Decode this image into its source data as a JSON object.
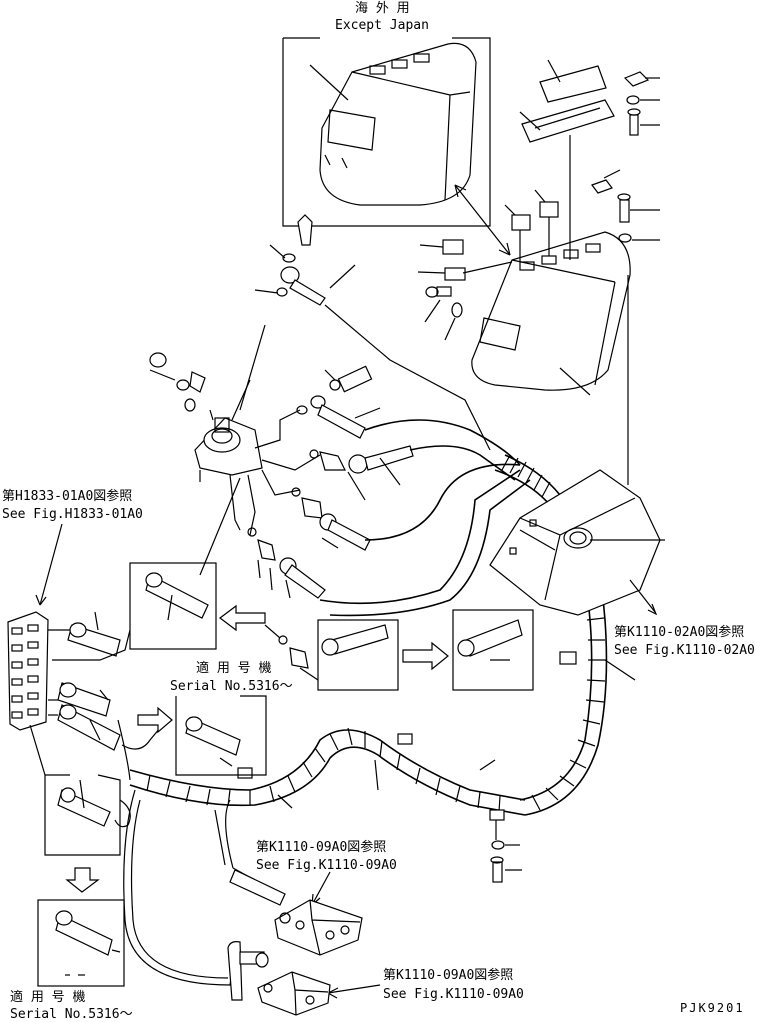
{
  "callouts": {
    "except_japan_jp": "海 外 用",
    "except_japan_en": "Except Japan",
    "ref_h1833_jp": "第H1833-01A0図参照",
    "ref_h1833_en": "See Fig.H1833-01A0",
    "ref_k1110_02_jp": "第K1110-02A0図参照",
    "ref_k1110_02_en": "See Fig.K1110-02A0",
    "serial_jp_1": "適 用 号 機",
    "serial_en_1": "Serial No.5316～",
    "ref_k1110_09_jp_1": "第K1110-09A0図参照",
    "ref_k1110_09_en_1": "See Fig.K1110-09A0",
    "ref_k1110_09_jp_2": "第K1110-09A0図参照",
    "ref_k1110_09_en_2": "See Fig.K1110-09A0",
    "serial_jp_2": "適 用 号 機",
    "serial_en_2": "Serial No.5316～",
    "drawing_code": "PJK9201"
  }
}
